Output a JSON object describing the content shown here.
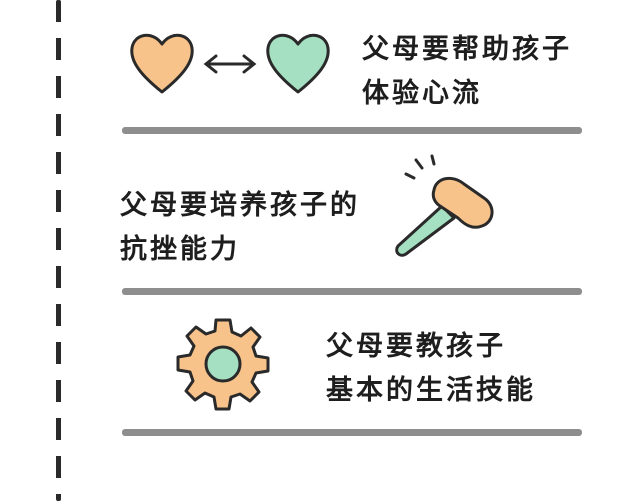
{
  "sections": [
    {
      "icon": "hearts-exchange-icon",
      "lines": [
        "父母要帮助孩子",
        "体验心流"
      ]
    },
    {
      "icon": "hammer-icon",
      "lines": [
        "父母要培养孩子的",
        "抗挫能力"
      ]
    },
    {
      "icon": "gear-icon",
      "lines": [
        "父母要教孩子",
        "基本的生活技能"
      ]
    }
  ],
  "colors": {
    "orange": "#f7c38a",
    "green": "#a6e0c2",
    "outline": "#2a2a2a",
    "divider": "#8e8e8e"
  }
}
